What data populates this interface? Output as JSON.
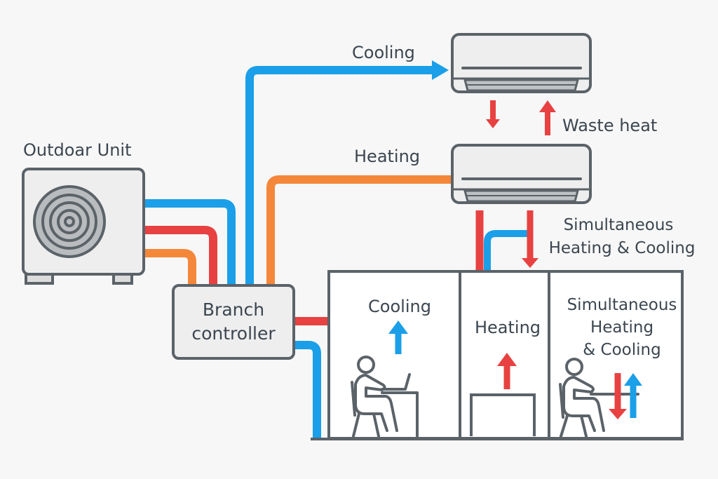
{
  "title": "Simultaneous Heating & Cooling VRF System",
  "colors": {
    "cooling": "#1a9fe8",
    "heating": "#e84141",
    "heating_line": "#f5873a",
    "outline": "#5b6369",
    "unit_fill": "#eeeeee",
    "text": "#3b4650",
    "background": "#f7f7f7"
  },
  "labels": {
    "outdoor_unit": "Outdoar Unit",
    "branch_controller_line1": "Branch",
    "branch_controller_line2": "controller",
    "cooling_pipe": "Cooling",
    "heating_pipe": "Heating",
    "waste_heat": "Waste heat",
    "simultaneous_line1": "Simultaneous",
    "simultaneous_line2": "Heating & Cooling"
  },
  "rooms": [
    {
      "name": "cooling-room",
      "lines": [
        "Cooling"
      ],
      "arrow": "up-cooling",
      "icon": "person-at-desk-with-laptop"
    },
    {
      "name": "heating-room",
      "lines": [
        "Heating"
      ],
      "arrow": "up-heating",
      "icon": "table"
    },
    {
      "name": "simultaneous-room",
      "lines": [
        "Simultaneous",
        "Heating",
        "& Cooling"
      ],
      "arrow": "both",
      "icon": "person-at-desk"
    }
  ],
  "indoor_units": [
    {
      "name": "indoor-unit-cooling",
      "mode": "Cooling"
    },
    {
      "name": "indoor-unit-heating",
      "mode": "Heating"
    }
  ]
}
